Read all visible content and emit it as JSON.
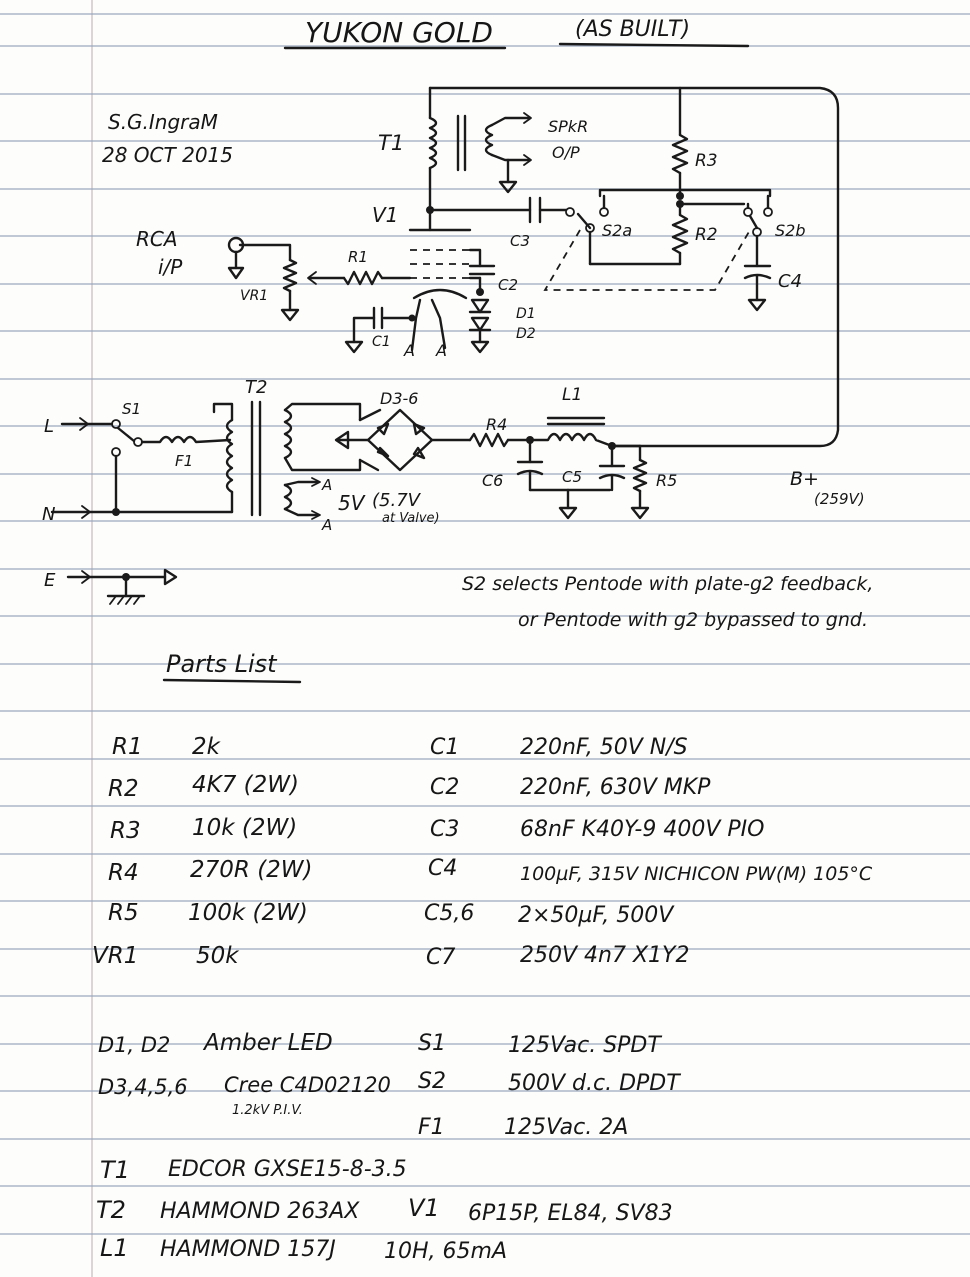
{
  "title": "YUKON GOLD",
  "subtitle": "(AS BUILT)",
  "author": "S.G.IngraM",
  "date": "28 OCT 2015",
  "schematic": {
    "t1": "T1",
    "spkr1": "SPkR",
    "spkr2": "O/P",
    "r3": "R3",
    "v1": "V1",
    "c3": "C3",
    "s2a": "S2a",
    "r2": "R2",
    "s2b": "S2b",
    "rca1": "RCA",
    "rca2": "i/P",
    "r1": "R1",
    "vr1": "VR1",
    "c2": "C2",
    "c4": "C4",
    "d1": "D1",
    "d2": "D2",
    "c1": "C1",
    "a": "A",
    "t2": "T2",
    "d36": "D3-6",
    "l1": "L1",
    "l": "L",
    "s1": "S1",
    "f1": "F1",
    "r4": "R4",
    "c6": "C6",
    "c5": "C5",
    "r5": "R5",
    "bplus": "B+",
    "bplus_v": "(259V)",
    "n": "N",
    "v5": "5V",
    "v57a": "(5.7V",
    "v57b": "at Valve)",
    "e": "E"
  },
  "notes": {
    "line1": "S2 selects Pentode with plate-g2 feedback,",
    "line2": "or Pentode with g2 bypassed to gnd."
  },
  "parts_heading": "Parts List",
  "parts_left": [
    {
      "ref": "R1",
      "value": "2k"
    },
    {
      "ref": "R2",
      "value": "4K7 (2W)"
    },
    {
      "ref": "R3",
      "value": "10k (2W)"
    },
    {
      "ref": "R4",
      "value": "270R (2W)"
    },
    {
      "ref": "R5",
      "value": "100k (2W)"
    },
    {
      "ref": "VR1",
      "value": "50k"
    }
  ],
  "parts_right": [
    {
      "ref": "C1",
      "value": "220nF, 50V N/S"
    },
    {
      "ref": "C2",
      "value": "220nF, 630V MKP"
    },
    {
      "ref": "C3",
      "value": "68nF K40Y-9 400V PIO"
    },
    {
      "ref": "C4",
      "value": "100µF, 315V NICHICON PW(M) 105°C"
    },
    {
      "ref": "C5,6",
      "value": "2×50µF, 500V"
    },
    {
      "ref": "C7",
      "value": "250V 4n7 X1Y2"
    }
  ],
  "parts_semis": [
    {
      "ref": "D1, D2",
      "value": "Amber LED"
    },
    {
      "ref": "D3,4,5,6",
      "value": "Cree C4D02120"
    }
  ],
  "semis_note": "1.2kV P.I.V.",
  "parts_switches": [
    {
      "ref": "S1",
      "value": "125Vac. SPDT"
    },
    {
      "ref": "S2",
      "value": "500V d.c. DPDT"
    },
    {
      "ref": "F1",
      "value": "125Vac. 2A"
    }
  ],
  "parts_mag": [
    {
      "ref": "T1",
      "value": "EDCOR GXSE15-8-3.5"
    },
    {
      "ref": "T2",
      "value": "HAMMOND 263AX"
    },
    {
      "ref": "L1",
      "value": "HAMMOND 157J"
    }
  ],
  "v1_spec": {
    "ref": "V1",
    "value": "6P15P, EL84, SV83"
  },
  "l1_spec": "10H, 65mA"
}
